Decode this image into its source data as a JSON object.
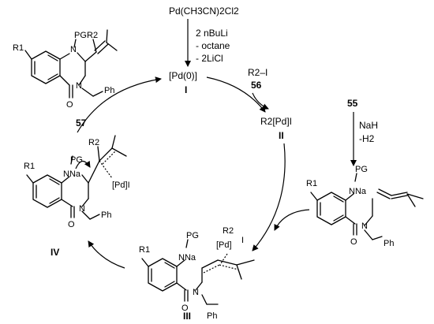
{
  "precatalyst": {
    "formula": "Pd(CH3CN)2Cl2"
  },
  "activation": {
    "line1": "2 nBuLi",
    "line2": "- octane",
    "line3": "- 2LiCl"
  },
  "cat_I": {
    "formula": "[Pd(0)]",
    "label": "I"
  },
  "reagent_56": {
    "formula": "R2–I",
    "number": "56"
  },
  "cat_II": {
    "formula": "R2[Pd]I",
    "label": "II"
  },
  "substrate_55": {
    "number": "55"
  },
  "base_step": {
    "line1": "NaH",
    "line2": "-H2"
  },
  "allene_substrate": {
    "r1": "R1",
    "pg": "PG",
    "nna": "NNa",
    "n": "N",
    "o": "O",
    "ph": "Ph"
  },
  "cat_III": {
    "label": "III",
    "r1": "R1",
    "pg": "PG",
    "nna": "NNa",
    "n": "N",
    "o": "O",
    "ph": "Ph",
    "r2": "R2",
    "pd": "[Pd]",
    "i": "I"
  },
  "cat_IV": {
    "label": "IV",
    "r1": "R1",
    "pg": "PG",
    "nna": "NNa",
    "n": "N",
    "o": "O",
    "ph": "Ph",
    "r2": "R2",
    "pdi": "[Pd]I"
  },
  "product_57": {
    "number": "57",
    "r1": "R1",
    "pg": "PG",
    "n1": "N",
    "n2": "N",
    "o": "O",
    "ph": "Ph",
    "r2": "R2"
  }
}
